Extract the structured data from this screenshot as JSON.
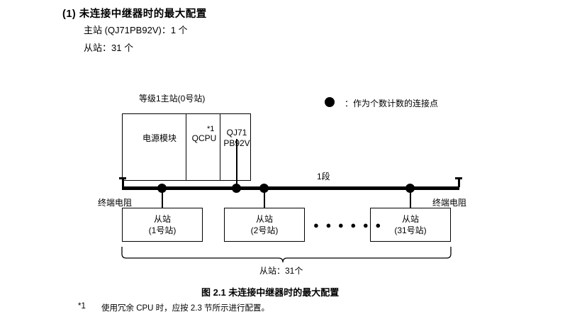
{
  "section": {
    "title": "(1) 未连接中继器时的最大配置",
    "line1": "主站 (QJ71PB92V)：1 个",
    "line2": "从站：31 个"
  },
  "legend": {
    "marker": "filled-circle",
    "text": "：作为个数计数的连接点"
  },
  "master": {
    "caption": "等级1主站(0号站)",
    "modules": [
      {
        "label": "电源模块"
      },
      {
        "label": "QCPU"
      },
      {
        "label": "QJ71\nPB92V",
        "line1": "QJ71",
        "line2": "PB92V"
      }
    ],
    "footnote_marker": "*1"
  },
  "bus": {
    "segment_label": "1段",
    "terminator_left": "终端电阻",
    "terminator_right": "终端电阻",
    "node_count": 4
  },
  "slaves": [
    {
      "title": "从站",
      "sub": "(1号站)"
    },
    {
      "title": "从站",
      "sub": "(2号站)"
    },
    {
      "title": "从站",
      "sub": "(31号站)"
    }
  ],
  "ellipsis": "● ● ● ● ● ●",
  "brace_label": "从站：31个",
  "figure_caption": "图 2.1  未连接中继器时的最大配置",
  "footnote": {
    "marker": "*1",
    "text": "使用冗余 CPU 时，应按 2.3 节所示进行配置。"
  }
}
